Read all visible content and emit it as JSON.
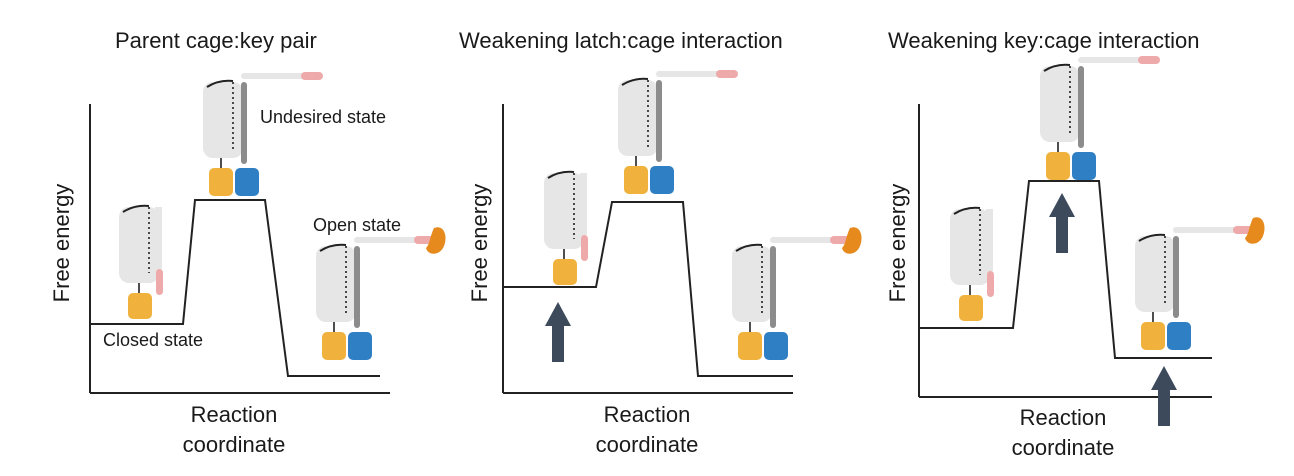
{
  "panels": [
    {
      "title": "Parent cage:key pair",
      "ylabel": "Free energy",
      "xlabel_line1": "Reaction",
      "xlabel_line2": "coordinate",
      "states": {
        "undesired": "Undesired state",
        "open": "Open state",
        "closed": "Closed state"
      }
    },
    {
      "title": "Weakening latch:cage interaction",
      "ylabel": "Free energy",
      "xlabel_line1": "Reaction",
      "xlabel_line2": "coordinate"
    },
    {
      "title": "Weakening key:cage interaction",
      "ylabel": "Free energy",
      "xlabel_line1": "Reaction",
      "xlabel_line2": "coordinate"
    }
  ],
  "colors": {
    "cage": "#e6e6e6",
    "latch": "#8c8c8c",
    "yellow_domain": "#f0b23c",
    "blue_domain": "#2f7fc4",
    "pink_tail": "#eeaaaa",
    "orange_effector": "#e68a1e",
    "arrow": "#3d4a5c",
    "line": "#222222"
  },
  "icons": [
    "up-arrow-icon"
  ]
}
